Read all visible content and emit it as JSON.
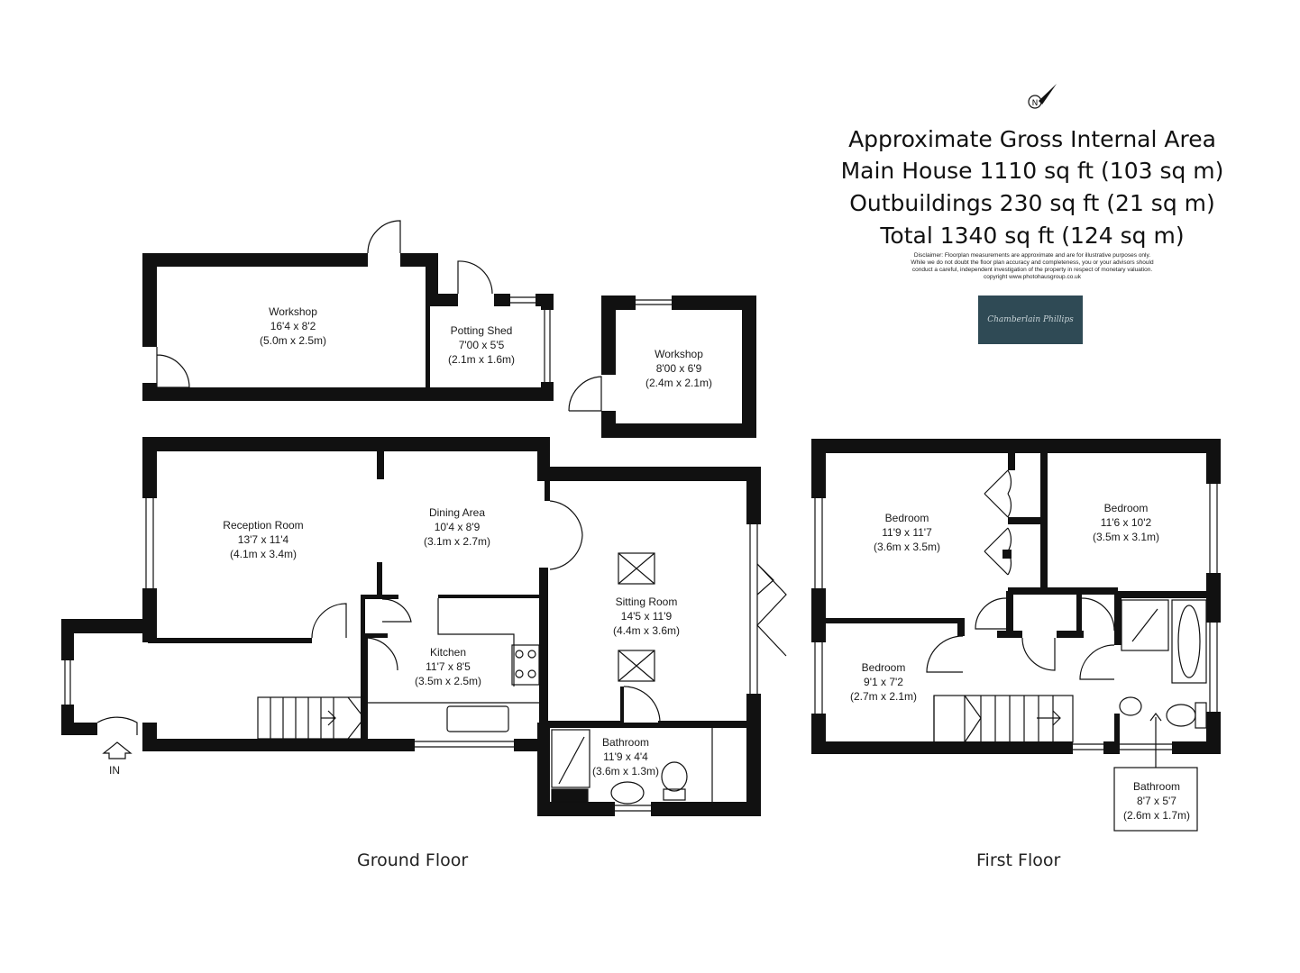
{
  "area": {
    "heading": "Approximate Gross Internal Area",
    "main_house": "Main House 1110 sq ft (103 sq m)",
    "outbuildings": "Outbuildings 230 sq ft (21 sq m)",
    "total": "Total 1340 sq ft (124 sq m)"
  },
  "disclaimer": [
    "Disclaimer: Floorplan measurements are approximate and are for illustrative purposes only.",
    "While we do not doubt the floor plan accuracy and completeness, you or your advisors should",
    "conduct a careful, independent investigation of the property in respect of monetary valuation.",
    "copyright www.photohausgroup.co.uk"
  ],
  "logo": {
    "text": "Chamberlain Phillips"
  },
  "compass": {
    "letter": "N"
  },
  "entrance": {
    "label": "IN"
  },
  "floors": {
    "ground": "Ground Floor",
    "first": "First Floor"
  },
  "rooms": {
    "workshop_large": [
      "Workshop",
      "16'4 x 8'2",
      "(5.0m x 2.5m)"
    ],
    "potting_shed": [
      "Potting Shed",
      "7'00 x 5'5",
      "(2.1m x 1.6m)"
    ],
    "workshop_small": [
      "Workshop",
      "8'00 x 6'9",
      "(2.4m x 2.1m)"
    ],
    "reception": [
      "Reception Room",
      "13'7 x 11'4",
      "(4.1m x 3.4m)"
    ],
    "dining": [
      "Dining Area",
      "10'4 x 8'9",
      "(3.1m x 2.7m)"
    ],
    "sitting": [
      "Sitting Room",
      "14'5 x 11'9",
      "(4.4m x 3.6m)"
    ],
    "kitchen": [
      "Kitchen",
      "11'7 x 8'5",
      "(3.5m x 2.5m)"
    ],
    "bathroom_ground": [
      "Bathroom",
      "11'9 x 4'4",
      "(3.6m x 1.3m)"
    ],
    "bedroom_1": [
      "Bedroom",
      "11'9 x 11'7",
      "(3.6m x 3.5m)"
    ],
    "bedroom_2": [
      "Bedroom",
      "11'6 x 10'2",
      "(3.5m x 3.1m)"
    ],
    "bedroom_3": [
      "Bedroom",
      "9'1 x 7'2",
      "(2.7m x 2.1m)"
    ],
    "bathroom_first": [
      "Bathroom",
      "8'7 x 5'7",
      "(2.6m x 1.7m)"
    ]
  }
}
